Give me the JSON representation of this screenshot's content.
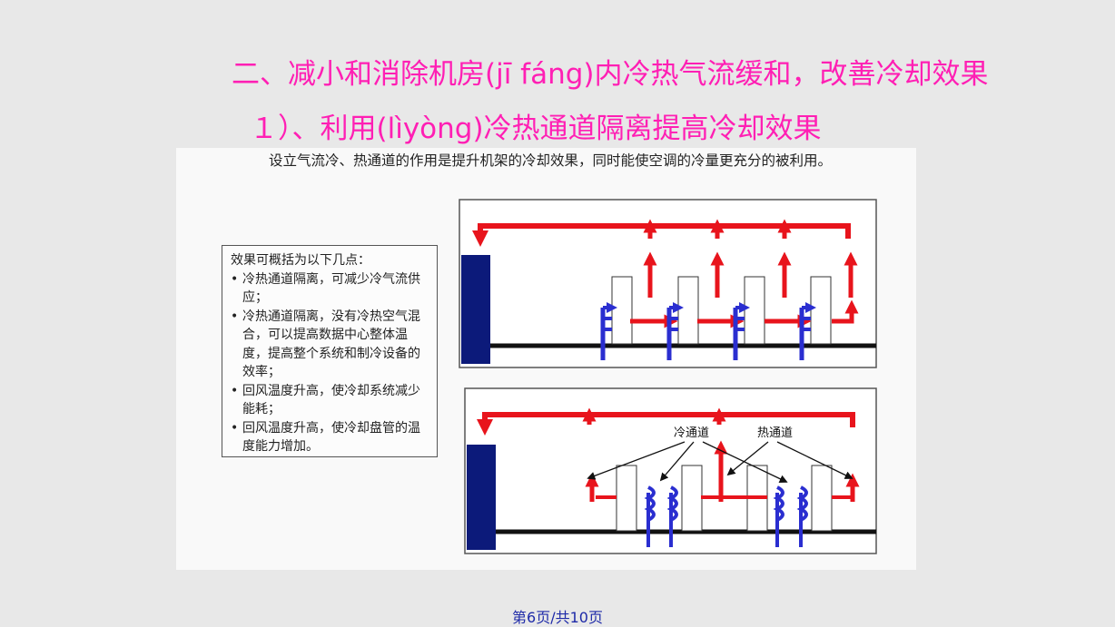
{
  "slide": {
    "title_line1": "二、减小和消除机房(jī fáng)内冷热气流缓和，改善冷却效果",
    "title_line2": "１）、利用(lìyòng)冷热通道隔离提高冷却效果",
    "title_color": "#ff1fb4"
  },
  "panel": {
    "intro": "设立气流冷、热通道的作用是提升机架的冷却效果，同时能使空调的冷量更充分的被利用。",
    "bullets_heading": "效果可概括为以下几点：",
    "bullets": [
      "冷热通道隔离，可减少冷气流供应；",
      "冷热通道隔离，没有冷热空气混合，可以提高数据中心整体温度，提高整个系统和制冷设备的效率；",
      "回风温度升高，使冷却系统减少能耗；",
      "回风温度升高，使冷却盘管的温度能力增加。"
    ]
  },
  "diagram": {
    "cold_aisle_label": "冷通道",
    "hot_aisle_label": "热通道",
    "hot_color": "#e8141c",
    "cold_color": "#2a2ed0",
    "crac_color": "#0c1a7a"
  },
  "footer": {
    "page_indicator": "第6页/共10页",
    "color": "#1e2aa8"
  }
}
